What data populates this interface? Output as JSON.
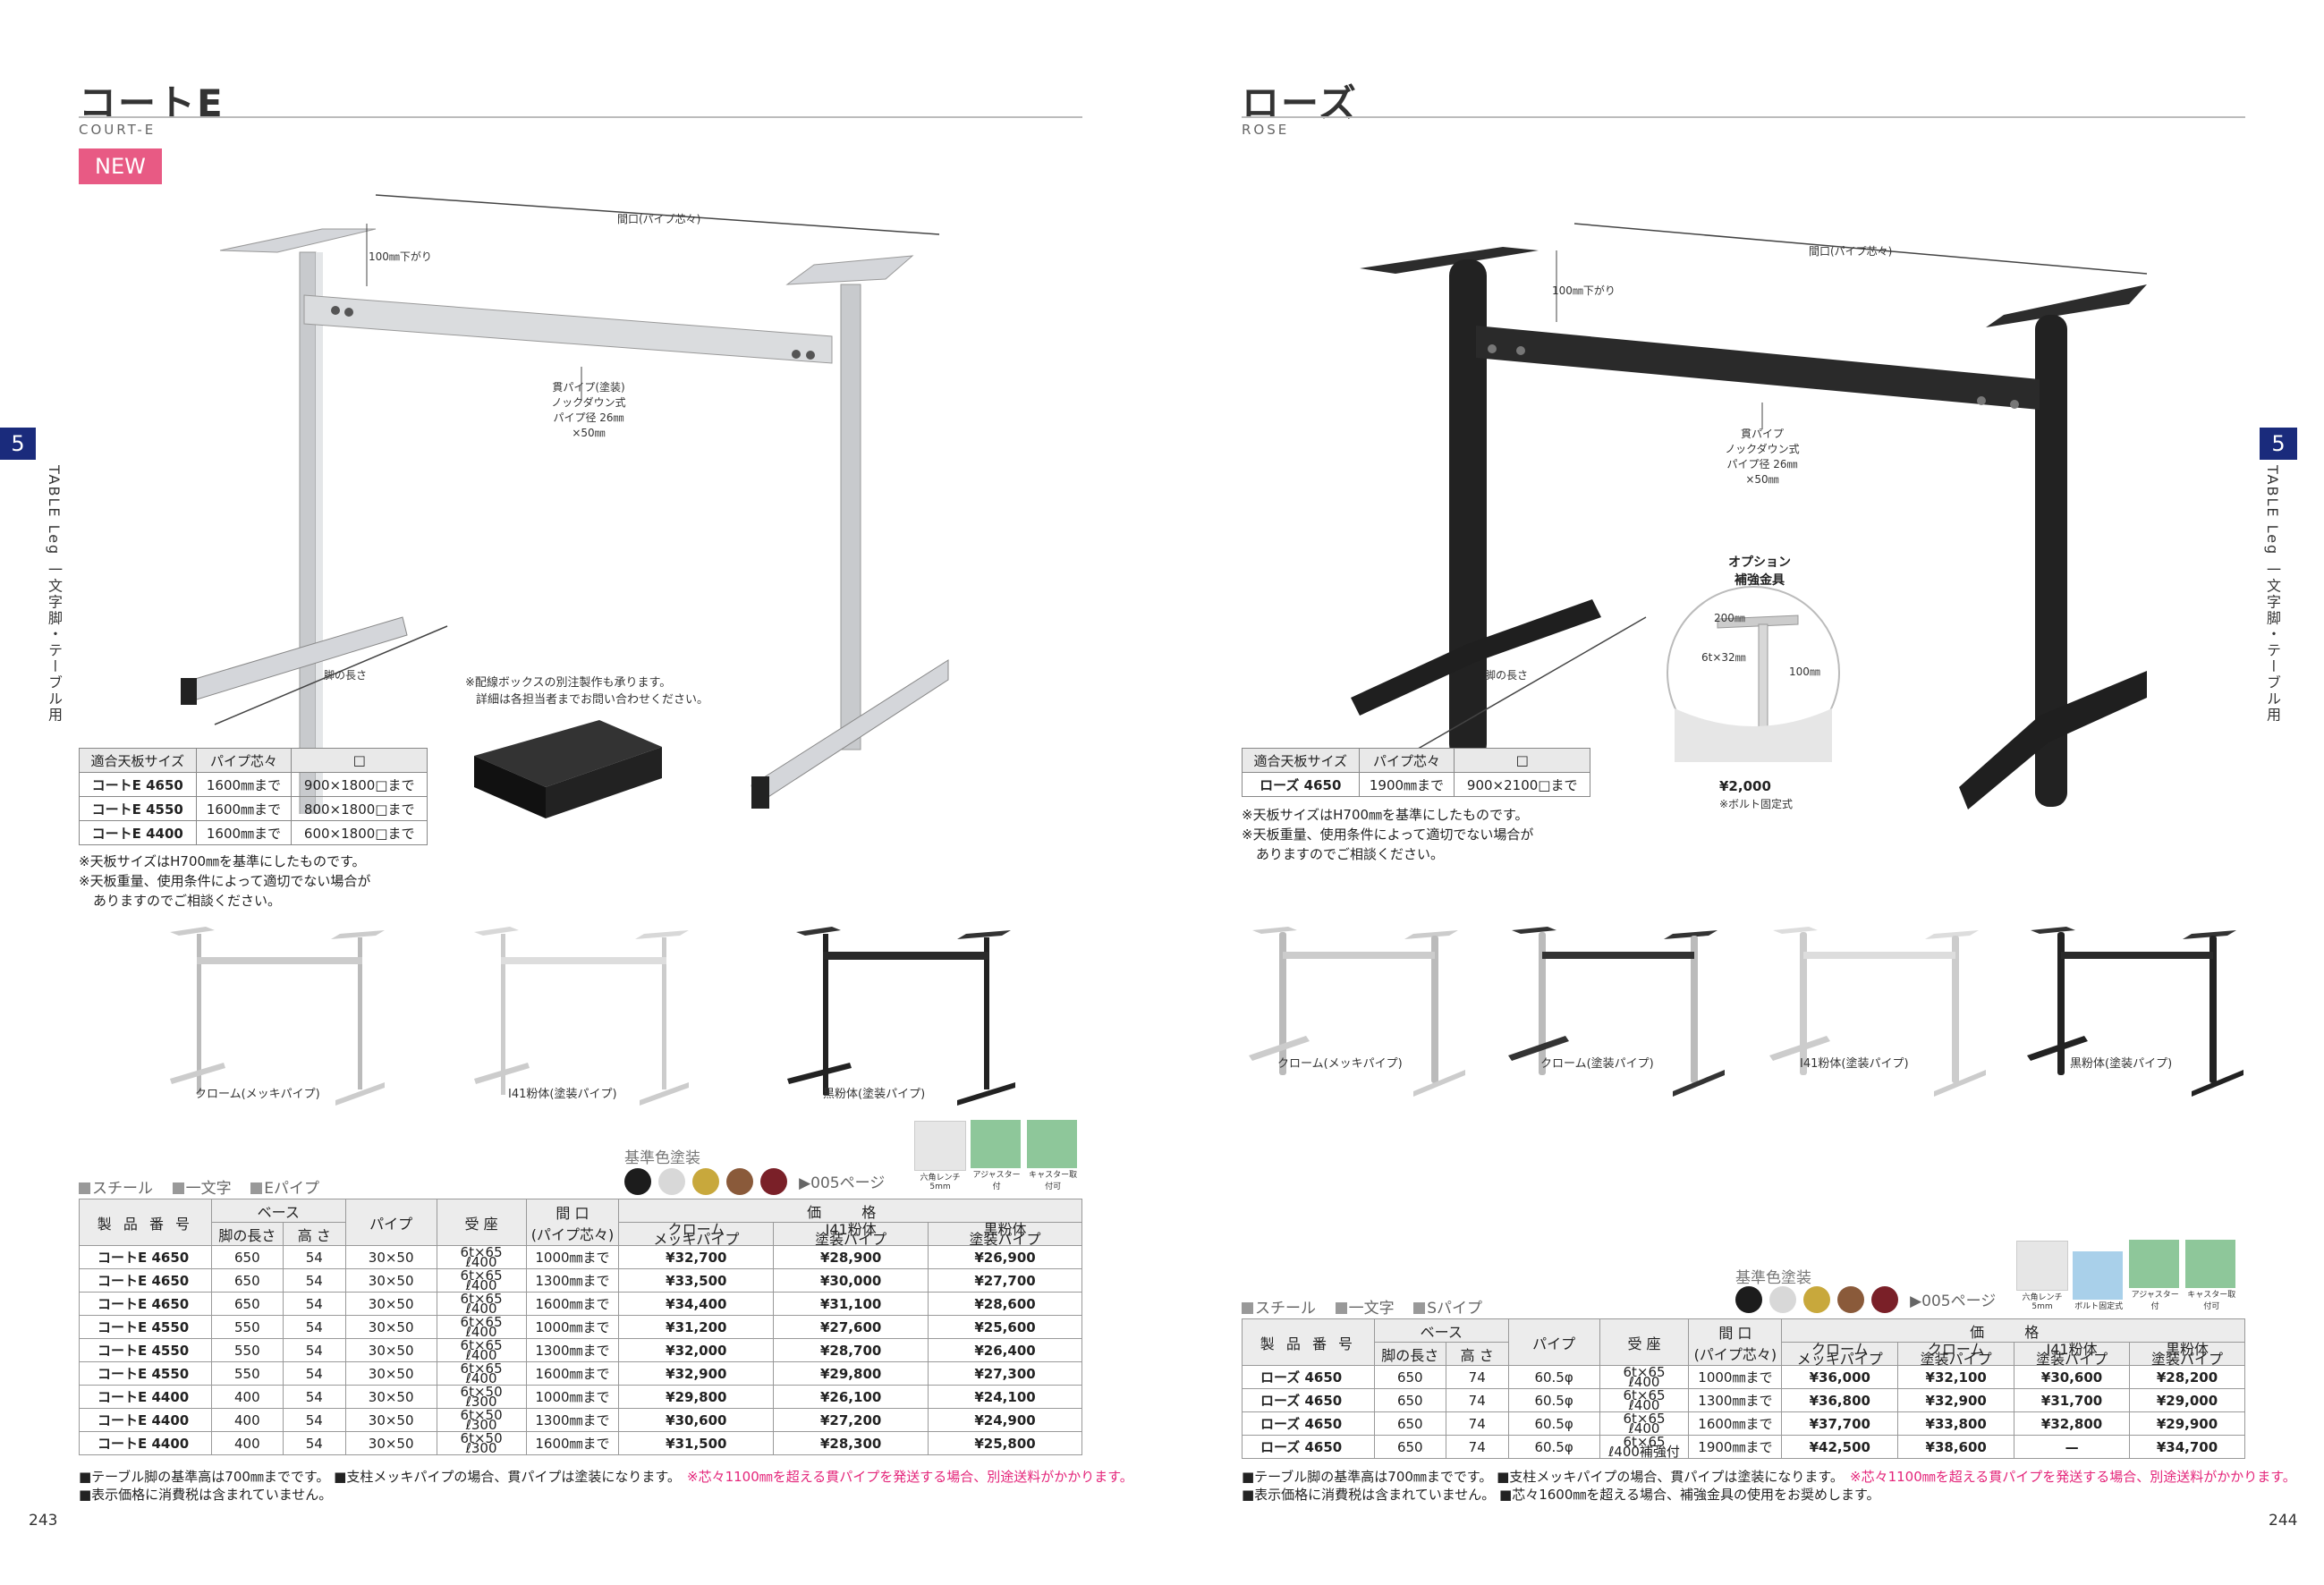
{
  "left": {
    "title": "コートE",
    "subtitle": "COURT-E",
    "badge": "NEW",
    "dims": {
      "width": "間口(パイプ芯々)",
      "drop": "100㎜下がり",
      "leg": "脚の長さ",
      "pipe1": "貫パイプ(塗装)",
      "pipe2": "ノックダウン式",
      "pipe3": "パイプ径 26㎜×50㎜"
    },
    "box_note1": "※配線ボックスの別注製作も承ります。",
    "box_note2": "詳細は各担当者までお問い合わせください。",
    "spec_headers": [
      "適合天板サイズ",
      "パイプ芯々",
      "□"
    ],
    "spec_rows": [
      [
        "コートE 4650",
        "1600㎜まで",
        "900×1800□まで"
      ],
      [
        "コートE 4550",
        "1600㎜まで",
        "800×1800□まで"
      ],
      [
        "コートE 4400",
        "1600㎜まで",
        "600×1800□まで"
      ]
    ],
    "notes": [
      "※天板サイズはH700㎜を基準にしたものです。",
      "※天板重量、使用条件によって適切でない場合が",
      "ありますのでご相談ください。"
    ],
    "variants": [
      "クローム(メッキパイプ)",
      "I41粉体(塗装パイプ)",
      "黒粉体(塗装パイプ)"
    ],
    "color_label": "基準色塗装",
    "color_ref": "▶005ページ",
    "swatch_colors": [
      "#1c1c1c",
      "#d8d8d8",
      "#c8a83c",
      "#8a5a3a",
      "#7a2028"
    ],
    "icons": [
      "六角レンチ 5mm",
      "アジャスター付",
      "キャスター取付可"
    ],
    "categories": [
      "スチール",
      "一文字",
      "Eパイプ"
    ],
    "table_head": {
      "code": "製 品 番 号",
      "base": "ベース",
      "leg": "脚の長さ",
      "height": "高 さ",
      "pipe": "パイプ",
      "seat": "受 座",
      "span": "間 口",
      "span2": "(パイプ芯々)",
      "price": "価 格",
      "c1": "クローム",
      "c1b": "メッキパイプ",
      "c2": "I41粉体",
      "c2b": "塗装パイプ",
      "c3": "黒粉体",
      "c3b": "塗装パイプ"
    },
    "rows": [
      {
        "code": "コートE 4650",
        "leg": "650",
        "h": "54",
        "pipe": "30×50",
        "s1": "6t×65",
        "s2": "ℓ400",
        "span": "1000㎜まで",
        "p1": "¥32,700",
        "p2": "¥28,900",
        "p3": "¥26,900"
      },
      {
        "code": "コートE 4650",
        "leg": "650",
        "h": "54",
        "pipe": "30×50",
        "s1": "6t×65",
        "s2": "ℓ400",
        "span": "1300㎜まで",
        "p1": "¥33,500",
        "p2": "¥30,000",
        "p3": "¥27,700"
      },
      {
        "code": "コートE 4650",
        "leg": "650",
        "h": "54",
        "pipe": "30×50",
        "s1": "6t×65",
        "s2": "ℓ400",
        "span": "1600㎜まで",
        "p1": "¥34,400",
        "p2": "¥31,100",
        "p3": "¥28,600"
      },
      {
        "code": "コートE 4550",
        "leg": "550",
        "h": "54",
        "pipe": "30×50",
        "s1": "6t×65",
        "s2": "ℓ400",
        "span": "1000㎜まで",
        "p1": "¥31,200",
        "p2": "¥27,600",
        "p3": "¥25,600"
      },
      {
        "code": "コートE 4550",
        "leg": "550",
        "h": "54",
        "pipe": "30×50",
        "s1": "6t×65",
        "s2": "ℓ400",
        "span": "1300㎜まで",
        "p1": "¥32,000",
        "p2": "¥28,700",
        "p3": "¥26,400"
      },
      {
        "code": "コートE 4550",
        "leg": "550",
        "h": "54",
        "pipe": "30×50",
        "s1": "6t×65",
        "s2": "ℓ400",
        "span": "1600㎜まで",
        "p1": "¥32,900",
        "p2": "¥29,800",
        "p3": "¥27,300"
      },
      {
        "code": "コートE 4400",
        "leg": "400",
        "h": "54",
        "pipe": "30×50",
        "s1": "6t×50",
        "s2": "ℓ300",
        "span": "1000㎜まで",
        "p1": "¥29,800",
        "p2": "¥26,100",
        "p3": "¥24,100"
      },
      {
        "code": "コートE 4400",
        "leg": "400",
        "h": "54",
        "pipe": "30×50",
        "s1": "6t×50",
        "s2": "ℓ300",
        "span": "1300㎜まで",
        "p1": "¥30,600",
        "p2": "¥27,200",
        "p3": "¥24,900"
      },
      {
        "code": "コートE 4400",
        "leg": "400",
        "h": "54",
        "pipe": "30×50",
        "s1": "6t×50",
        "s2": "ℓ300",
        "span": "1600㎜まで",
        "p1": "¥31,500",
        "p2": "¥28,300",
        "p3": "¥25,800"
      }
    ],
    "foot1": "■テーブル脚の基準高は700㎜までです。 ■支柱メッキパイプの場合、貫パイプは塗装になります。",
    "foot_pink": "※芯々1100㎜を超える貫パイプを発送する場合、別途送料がかかります。",
    "foot2": "■表示価格に消費税は含まれていません。",
    "page_no": "243",
    "side_num": "5",
    "side_text": "TABLE Leg 一文字脚・テーブル用"
  },
  "right": {
    "title": "ローズ",
    "subtitle": "ROSE",
    "dims": {
      "width": "間口(パイプ芯々)",
      "drop": "100㎜下がり",
      "leg": "脚の長さ",
      "pipe1": "貫パイプ",
      "pipe2": "ノックダウン式",
      "pipe3": "パイプ径 26㎜×50㎜"
    },
    "option_title1": "オプション",
    "option_title2": "補強金具",
    "option_dims": {
      "w": "200㎜",
      "t": "6t×32㎜",
      "h": "100㎜"
    },
    "option_price": "¥2,000",
    "option_note": "※ボルト固定式",
    "spec_headers": [
      "適合天板サイズ",
      "パイプ芯々",
      "□"
    ],
    "spec_rows": [
      [
        "ローズ 4650",
        "1900㎜まで",
        "900×2100□まで"
      ]
    ],
    "notes": [
      "※天板サイズはH700㎜を基準にしたものです。",
      "※天板重量、使用条件によって適切でない場合が",
      "ありますのでご相談ください。"
    ],
    "variants": [
      "クローム(メッキパイプ)",
      "クローム(塗装パイプ)",
      "I41粉体(塗装パイプ)",
      "黒粉体(塗装パイプ)"
    ],
    "color_label": "基準色塗装",
    "color_ref": "▶005ページ",
    "swatch_colors": [
      "#1c1c1c",
      "#d8d8d8",
      "#c8a83c",
      "#8a5a3a",
      "#7a2028"
    ],
    "icons": [
      "六角レンチ 5mm",
      "ボルト固定式",
      "アジャスター付",
      "キャスター取付可"
    ],
    "categories": [
      "スチール",
      "一文字",
      "Sパイプ"
    ],
    "table_head": {
      "code": "製 品 番 号",
      "base": "ベース",
      "leg": "脚の長さ",
      "height": "高 さ",
      "pipe": "パイプ",
      "seat": "受 座",
      "span": "間 口",
      "span2": "(パイプ芯々)",
      "price": "価 格",
      "c1": "クローム",
      "c1b": "メッキパイプ",
      "c2": "クローム",
      "c2b": "塗装パイプ",
      "c3": "I41粉体",
      "c3b": "塗装パイプ",
      "c4": "黒粉体",
      "c4b": "塗装パイプ"
    },
    "rows": [
      {
        "code": "ローズ 4650",
        "leg": "650",
        "h": "74",
        "pipe": "60.5φ",
        "s1": "6t×65",
        "s2": "ℓ400",
        "span": "1000㎜まで",
        "p1": "¥36,000",
        "p2": "¥32,100",
        "p3": "¥30,600",
        "p4": "¥28,200"
      },
      {
        "code": "ローズ 4650",
        "leg": "650",
        "h": "74",
        "pipe": "60.5φ",
        "s1": "6t×65",
        "s2": "ℓ400",
        "span": "1300㎜まで",
        "p1": "¥36,800",
        "p2": "¥32,900",
        "p3": "¥31,700",
        "p4": "¥29,000"
      },
      {
        "code": "ローズ 4650",
        "leg": "650",
        "h": "74",
        "pipe": "60.5φ",
        "s1": "6t×65",
        "s2": "ℓ400",
        "span": "1600㎜まで",
        "p1": "¥37,700",
        "p2": "¥33,800",
        "p3": "¥32,800",
        "p4": "¥29,900"
      },
      {
        "code": "ローズ 4650",
        "leg": "650",
        "h": "74",
        "pipe": "60.5φ",
        "s1": "6t×65",
        "s2": "ℓ400補強付",
        "span": "1900㎜まで",
        "p1": "¥42,500",
        "p2": "¥38,600",
        "p3": "—",
        "p4": "¥34,700"
      }
    ],
    "foot1": "■テーブル脚の基準高は700㎜までです。 ■支柱メッキパイプの場合、貫パイプは塗装になります。",
    "foot_pink": "※芯々1100㎜を超える貫パイプを発送する場合、別途送料がかかります。",
    "foot2": "■表示価格に消費税は含まれていません。 ■芯々1600㎜を超える場合、補強金具の使用をお奨めします。",
    "page_no": "244",
    "side_num": "5",
    "side_text": "TABLE Leg 一文字脚・テーブル用"
  }
}
